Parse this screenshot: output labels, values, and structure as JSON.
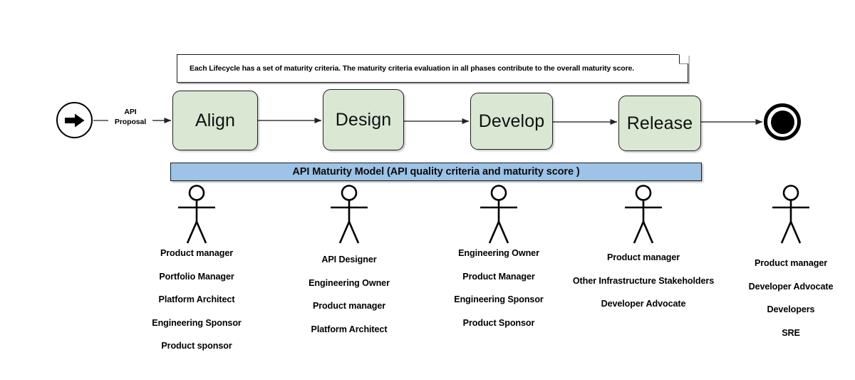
{
  "diagram": {
    "note": {
      "text": "Each Lifecycle has a set of maturity criteria. The maturity criteria evaluation in all phases contribute to the overall maturity score."
    },
    "start_event": {
      "icon": "start-arrow-icon"
    },
    "end_event": {
      "icon": "end-event-icon"
    },
    "flow_label": {
      "line1": "API",
      "line2": "Proposal"
    },
    "phases": [
      {
        "label": "Align"
      },
      {
        "label": "Design"
      },
      {
        "label": "Develop"
      },
      {
        "label": "Release"
      }
    ],
    "banner": {
      "label": "API Maturity Model (API quality criteria and maturity score )",
      "color": "#9dc3e6"
    },
    "actors": [
      {
        "icon": "stick-figure-icon",
        "roles": [
          "Product manager",
          "Portfolio Manager",
          "Platform Architect",
          "Engineering Sponsor",
          "Product sponsor"
        ]
      },
      {
        "icon": "stick-figure-icon",
        "roles": [
          "API Designer",
          "Engineering Owner",
          "Product manager",
          "Platform Architect"
        ]
      },
      {
        "icon": "stick-figure-icon",
        "roles": [
          "Engineering Owner",
          "Product Manager",
          "Engineering Sponsor",
          "Product Sponsor"
        ]
      },
      {
        "icon": "stick-figure-icon",
        "roles": [
          "Product manager",
          "Other Infrastructure Stakeholders",
          "Developer Advocate"
        ]
      },
      {
        "icon": "stick-figure-icon",
        "roles": [
          "Product manager",
          "Developer Advocate",
          "Developers",
          "SRE"
        ]
      }
    ],
    "colors": {
      "phase_fill": "#d9e7d3",
      "phase_border": "#20201f",
      "banner_fill": "#9dc3e6",
      "connector": "#3b3b3b"
    }
  }
}
